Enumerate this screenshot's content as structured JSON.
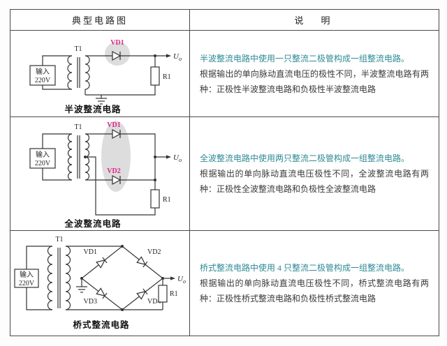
{
  "header": {
    "left": "典型电路图",
    "right": "说　明"
  },
  "colors": {
    "key_term": "#2f8a96",
    "diode_label": "#e0218a",
    "highlight_blob": "#c7c7c7",
    "wire": "#333333",
    "text": "#3a3a3a",
    "border": "#4a4a4a"
  },
  "rows": [
    {
      "caption": "半波整流电路",
      "labels": {
        "transformer": "T1",
        "vd1": "VD1",
        "input_line1": "输入",
        "input_line2": "220V",
        "resistor": "R1",
        "output": "U",
        "output_sub": "o"
      },
      "explanation": [
        {
          "text": "半波整流电路中使用一只整流二极管构成一组整流电路。",
          "highlight": true
        },
        {
          "text": "根据输出的单向脉动直流电压的极性不同，半波整流电路有两种：正极性半波整流电路和负极性半波整流电路",
          "highlight": false
        }
      ]
    },
    {
      "caption": "全波整流电路",
      "labels": {
        "transformer": "T1",
        "vd1": "VD1",
        "vd2": "VD2",
        "input_line1": "输入",
        "input_line2": "220V",
        "resistor": "R1",
        "output": "U",
        "output_sub": "o"
      },
      "explanation": [
        {
          "text": "全波整流电路中使用两只整流二极管构成一组整流电路。",
          "highlight": true
        },
        {
          "text": "根据输出的单向脉动直流电压极性不同，全波整流电路有两种：正极性全波整流电路和负极性全波整流电路",
          "highlight": false
        }
      ]
    },
    {
      "caption": "桥式整流电路",
      "labels": {
        "transformer": "T1",
        "vd1": "VD1",
        "vd2": "VD2",
        "vd3": "VD3",
        "vd4": "VD4",
        "input_line1": "输入",
        "input_line2": "220V",
        "resistor": "R1",
        "output": "U",
        "output_sub": "o"
      },
      "explanation": [
        {
          "text": "桥式整流电路中使用 4 只整流二极管构成一组整流电路。",
          "highlight": true
        },
        {
          "text": "根据输出的单向脉动直流电压极性不同，桥式整流电路有两种：正极性桥式整流电路和负极性桥式整流电路",
          "highlight": false
        }
      ]
    }
  ]
}
